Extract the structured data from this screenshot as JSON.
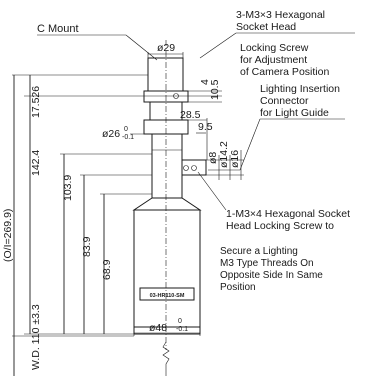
{
  "annotations": {
    "c_mount": "C Mount",
    "hex_socket_top_1": "3-M3×3 Hexagonal",
    "hex_socket_top_2": "Socket Head",
    "locking_1": "Locking Screw",
    "locking_2": "for Adjustment",
    "locking_3": "of Camera Position",
    "lighting_1": "Lighting Insertion",
    "lighting_2": "Connector",
    "lighting_3": "for Light Guide",
    "hex_lower_1": "1-M3×4 Hexagonal Socket",
    "hex_lower_2": "Head Locking Screw to",
    "secure_1": "Secure a Lighting",
    "secure_2": "M3 Type Threads On",
    "secure_3": "Opposite Side In Same",
    "secure_4": "Position",
    "model_text": "03-HR110-SM"
  },
  "dimensions": {
    "d29": "ø29",
    "d26": "ø26",
    "d26_tol_top": "0",
    "d26_tol_bot": "-0.1",
    "d48": "ø48",
    "d48_tol_top": "0",
    "d48_tol_bot": "-0.1",
    "v4": "4",
    "v10_5": "10.5",
    "v28_5": "28.5",
    "v9_5": "9.5",
    "d8": "ø8",
    "d14_2": "ø14.2",
    "d16": "ø16",
    "v17_526": "17.526",
    "v142_4": "142.4",
    "v103_9": "103.9",
    "v83_9": "83.9",
    "v68_9": "68.9",
    "oi": "(O/I=269.9)",
    "wd": "W.D. 110 ±3.3"
  }
}
